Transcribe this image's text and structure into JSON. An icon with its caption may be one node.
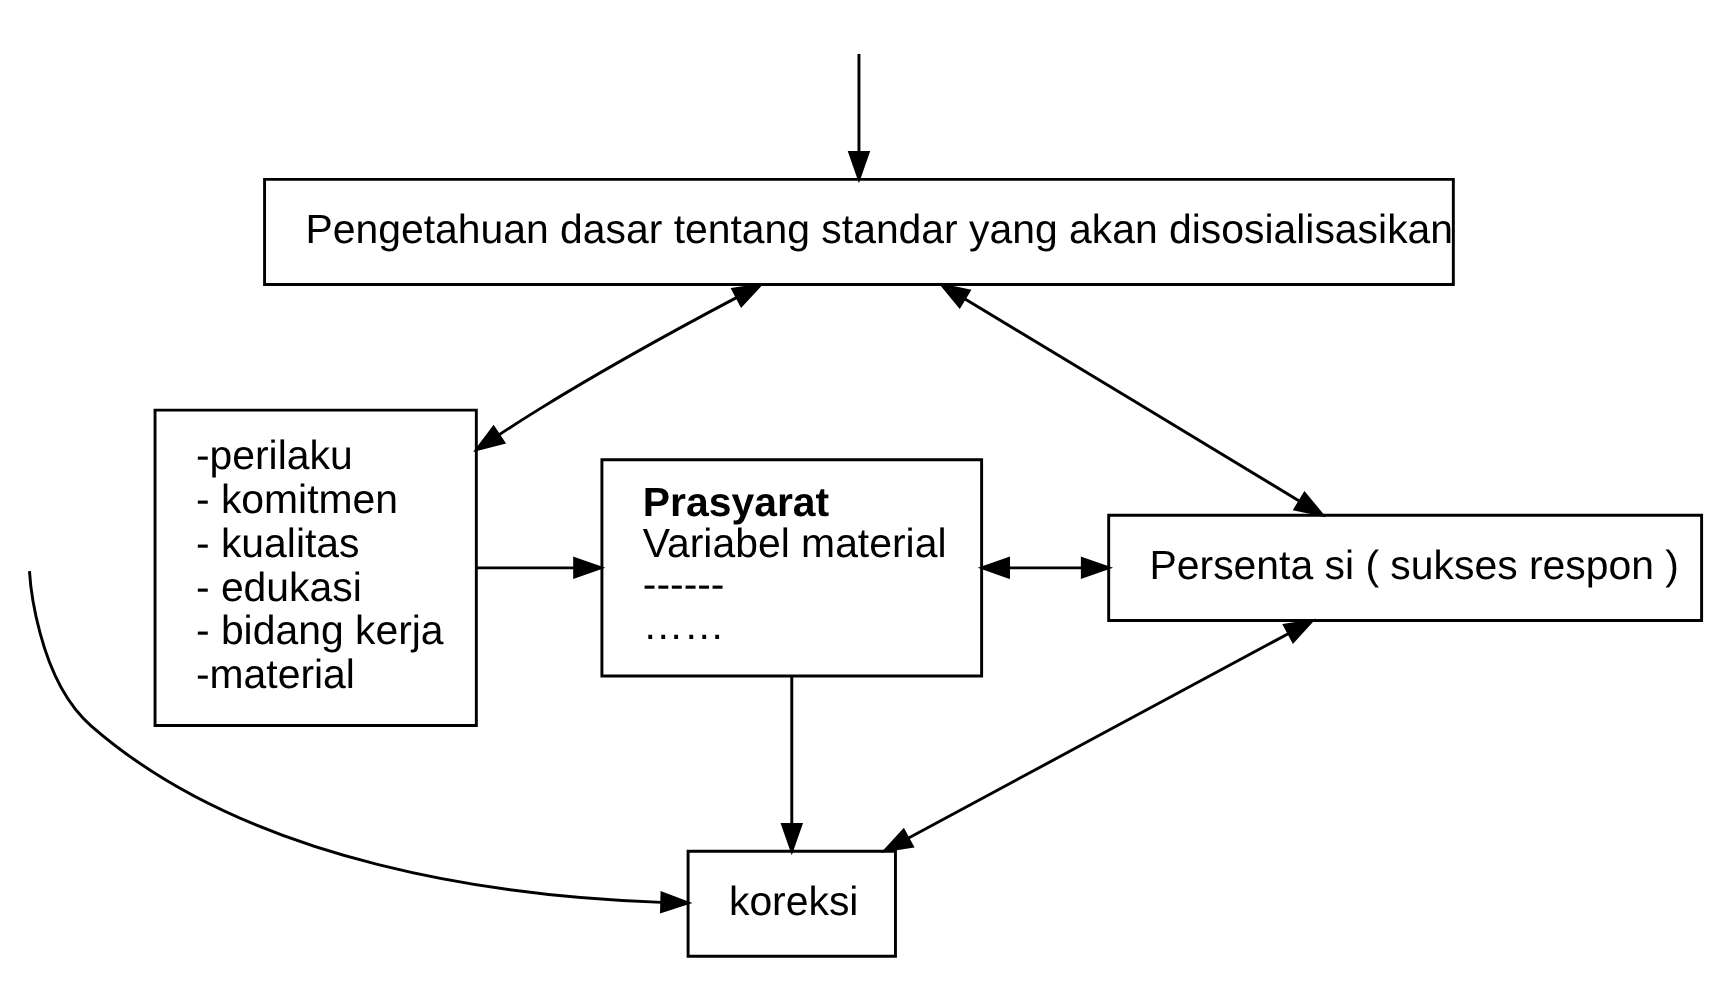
{
  "diagram": {
    "nodes": [
      {
        "text": [
          "Pengetahuan dasar tentang standar yang akan disosialisasikan"
        ]
      },
      {
        "text": [
          "-perilaku",
          "- komitmen",
          "- kualitas",
          "- edukasi",
          "- bidang kerja",
          "-material"
        ]
      },
      {
        "text": [
          "Prasyarat",
          "Variabel material",
          "------",
          "……"
        ]
      },
      {
        "text": [
          "Persenta si ( sukses respon )"
        ]
      },
      {
        "text": [
          "koreksi"
        ]
      }
    ],
    "edges": [
      {
        "from": 0,
        "to": 1,
        "arrow": "both"
      },
      {
        "from": 0,
        "to": 3,
        "arrow": "both"
      },
      {
        "from": 1,
        "to": 2,
        "arrow": "to"
      },
      {
        "from": 2,
        "to": 3,
        "arrow": "both"
      },
      {
        "from": 3,
        "to": 4,
        "arrow": "both"
      },
      {
        "from": 2,
        "to": 4,
        "arrow": "to"
      },
      {
        "from": null,
        "to": 0,
        "arrow": "to"
      },
      {
        "from": null,
        "to": 4,
        "arrow": "to"
      }
    ]
  }
}
